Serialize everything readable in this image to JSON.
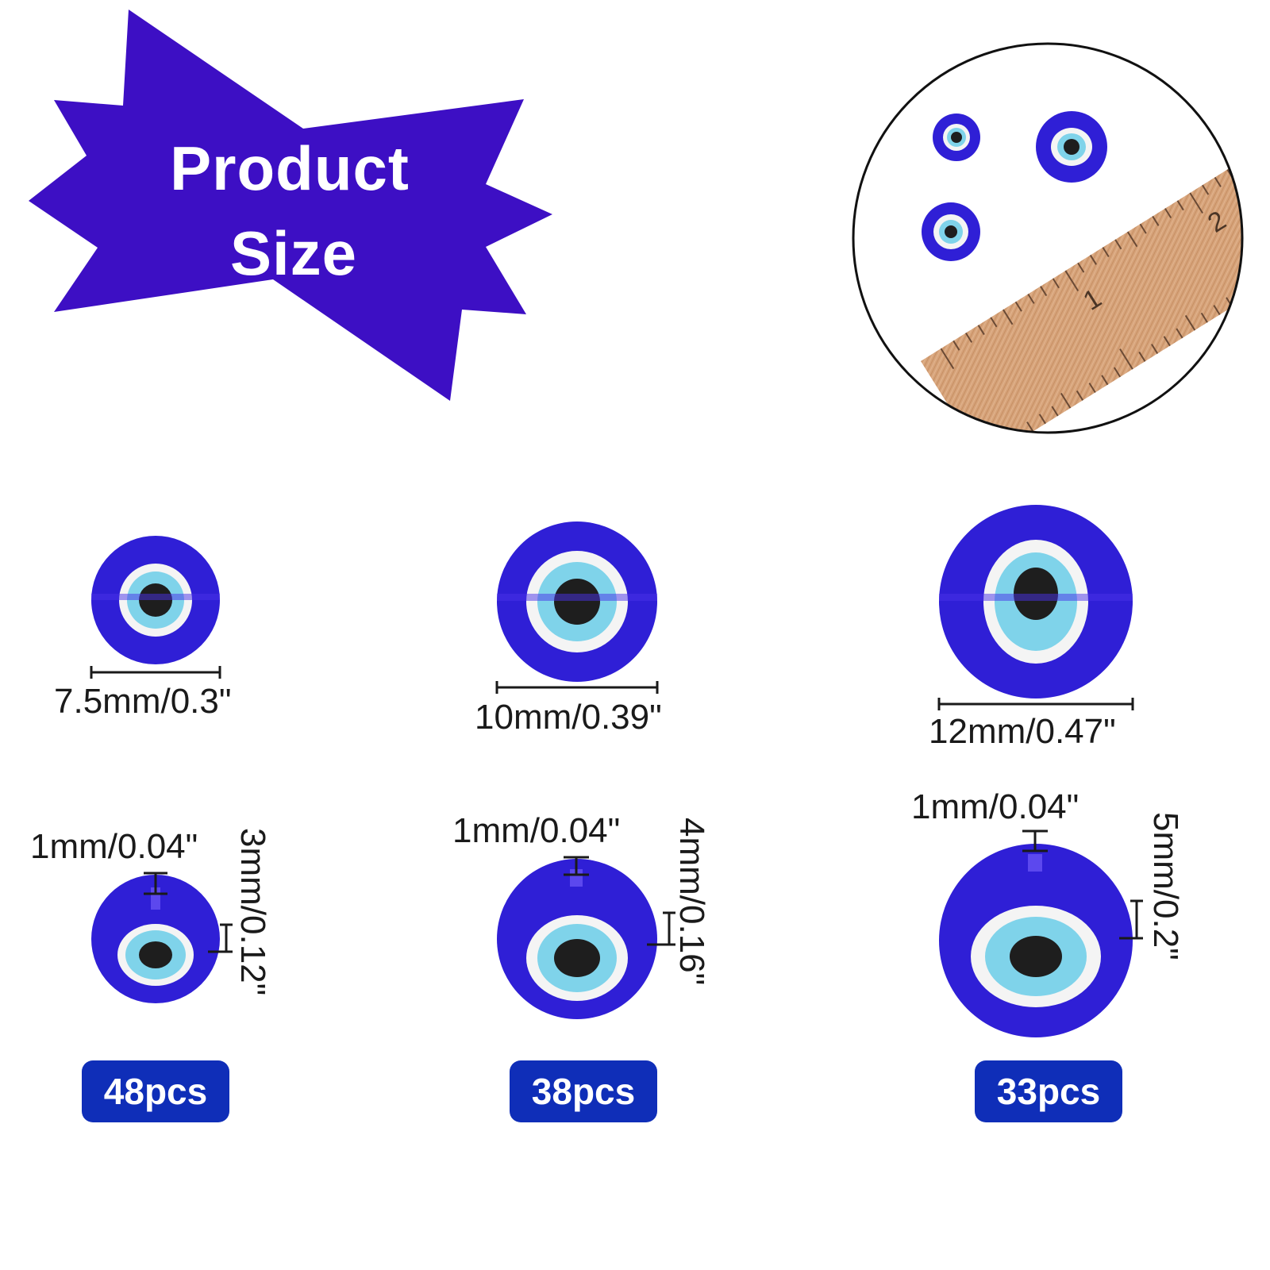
{
  "banner": {
    "line1": "Product",
    "line2": "Size",
    "color": "#3d0fc4"
  },
  "ruler_inset": {
    "marks": [
      "1",
      "2"
    ],
    "wood_color": "#d6a37a"
  },
  "colors": {
    "bead_blue": "#2f1fd6",
    "bead_white": "#f4f4f4",
    "bead_light_blue": "#7fd3ea",
    "pupil": "#1e1e1e",
    "badge_blue": "#0f2eb8"
  },
  "beads": [
    {
      "diameter_label": "7.5mm/0.3\"",
      "hole_label": "1mm/0.04\"",
      "thickness_label": "3mm/0.12\"",
      "quantity": "48pcs"
    },
    {
      "diameter_label": "10mm/0.39\"",
      "hole_label": "1mm/0.04\"",
      "thickness_label": "4mm/0.16\"",
      "quantity": "38pcs"
    },
    {
      "diameter_label": "12mm/0.47\"",
      "hole_label": "1mm/0.04\"",
      "thickness_label": "5mm/0.2\"",
      "quantity": "33pcs"
    }
  ]
}
